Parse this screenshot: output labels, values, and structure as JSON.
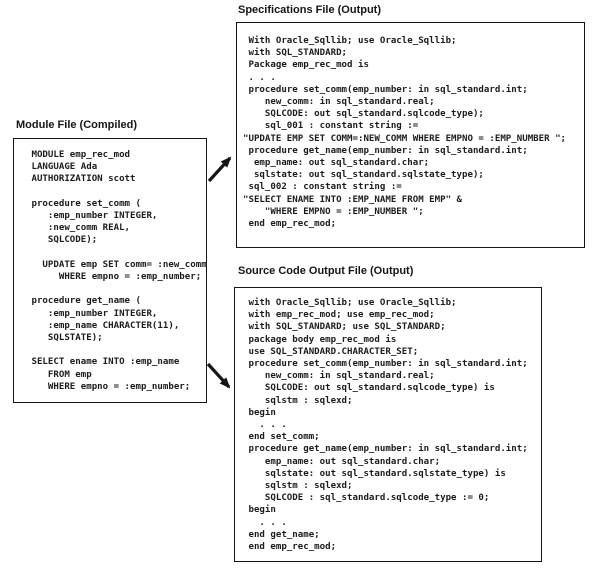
{
  "figure": {
    "title_module": "Module File (Compiled)",
    "title_specifications": "Specifications File (Output)",
    "title_source": "Source Code Output File (Output)",
    "module_box": {
      "code_lines": [
        " MODULE emp_rec_mod",
        " LANGUAGE Ada",
        " AUTHORIZATION scott",
        "",
        " procedure set_comm (",
        "    :emp_number INTEGER,",
        "    :new_comm REAL,",
        "    SQLCODE);",
        "",
        "   UPDATE emp SET comm= :new_comm",
        "      WHERE empno = :emp_number;",
        "",
        " procedure get_name (",
        "    :emp_number INTEGER,",
        "    :emp_name CHARACTER(11),",
        "    SQLSTATE);",
        "",
        " SELECT ename INTO :emp_name",
        "    FROM emp",
        "    WHERE empno = :emp_number;"
      ]
    },
    "specifications_box": {
      "code_lines": [
        " With Oracle_Sqllib; use Oracle_Sqllib;",
        " with SQL_STANDARD;",
        " Package emp_rec_mod is",
        " . . .",
        " procedure set_comm(emp_number: in sql_standard.int;",
        "    new_comm: in sql_standard.real;",
        "    SQLCODE: out sql_standard.sqlcode_type);",
        "    sql_001 : constant string :=",
        "\"UPDATE EMP SET COMM=:NEW_COMM WHERE EMPNO = :EMP_NUMBER \";",
        " procedure get_name(emp_number: in sql_standard.int;",
        "  emp_name: out sql_standard.char;",
        "  sqlstate: out sql_standard.sqlstate_type);",
        " sql_002 : constant string :=",
        "\"SELECT ENAME INTO :EMP_NAME FROM EMP\" &",
        "    \"WHERE EMPNO = :EMP_NUMBER \";",
        " end emp_rec_mod;"
      ]
    },
    "source_box": {
      "code_lines": [
        " with Oracle_Sqllib; use Oracle_Sqllib;",
        " with emp_rec_mod; use emp_rec_mod;",
        " with SQL_STANDARD; use SQL_STANDARD;",
        " package body emp_rec_mod is",
        " use SQL_STANDARD.CHARACTER_SET;",
        " procedure set_comm(emp_number: in sql_standard.int;",
        "    new_comm: in sql_standard.real;",
        "    SQLCODE: out sql_standard.sqlcode_type) is",
        "    sqlstm : sqlexd;",
        " begin",
        "   . . .",
        " end set_comm;",
        " procedure get_name(emp_number: in sql_standard.int;",
        "    emp_name: out sql_standard.char;",
        "    sqlstate: out sql_standard.sqlstate_type) is",
        "    sqlstm : sqlexd;",
        "    SQLCODE : sql_standard.sqlcode_type := 0;",
        " begin",
        "   . . .",
        " end get_name;",
        " end emp_rec_mod;"
      ]
    },
    "arrows": [
      {
        "name": "module-to-specifications",
        "direction": "up-right"
      },
      {
        "name": "module-to-source",
        "direction": "down-right"
      }
    ],
    "colors": {
      "line": "#161616",
      "text": "#1c1c1c",
      "background": "#ffffff"
    }
  }
}
